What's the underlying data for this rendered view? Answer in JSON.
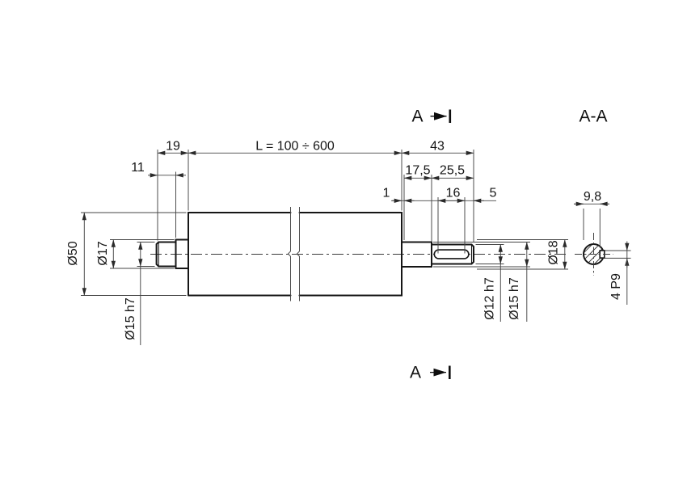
{
  "drawing": {
    "type": "technical-drawing-shaft",
    "section_marker": "A",
    "section_title": "A-A",
    "dims": {
      "stub_total": "19",
      "stub15_len": "11",
      "body_len": "L = 100 ÷ 600",
      "end_total": "43",
      "neck_len": "17,5",
      "key_section_len": "25,5",
      "face_step": "1",
      "keyway_len": "16",
      "key_to_end": "5",
      "body_dia": "Ø50",
      "collar_dia": "Ø17",
      "stub_dia": "Ø15 h7",
      "end_dia": "Ø12 h7",
      "neck_dia": "Ø15 h7",
      "max_dia": "Ø18",
      "key_depth": "9,8",
      "key_width": "4 P9"
    },
    "colors": {
      "background": "#ffffff",
      "outline": "#161616",
      "dimension_lines": "#454545",
      "text": "#141414"
    }
  }
}
